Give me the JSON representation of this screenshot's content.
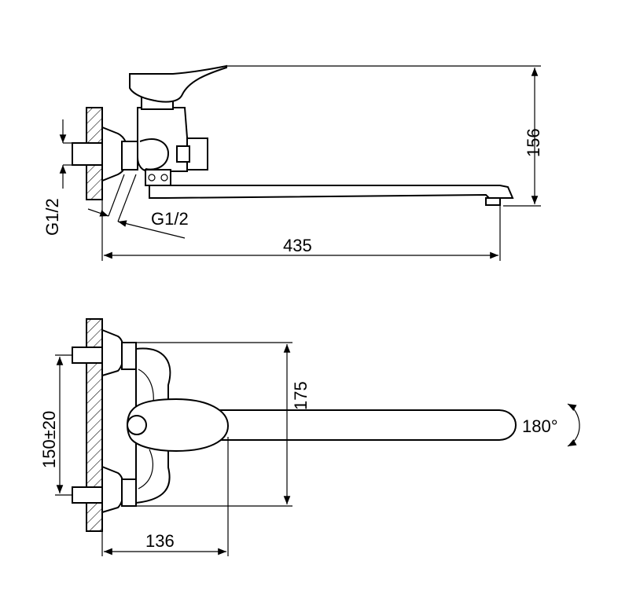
{
  "side_view": {
    "dim_height": "156",
    "dim_length": "435",
    "thread_wall": "G1/2",
    "thread_inlet": "G1/2"
  },
  "top_view": {
    "dim_spacing": "150±20",
    "dim_depth": "175",
    "dim_projection": "136",
    "rotation": "180°"
  }
}
